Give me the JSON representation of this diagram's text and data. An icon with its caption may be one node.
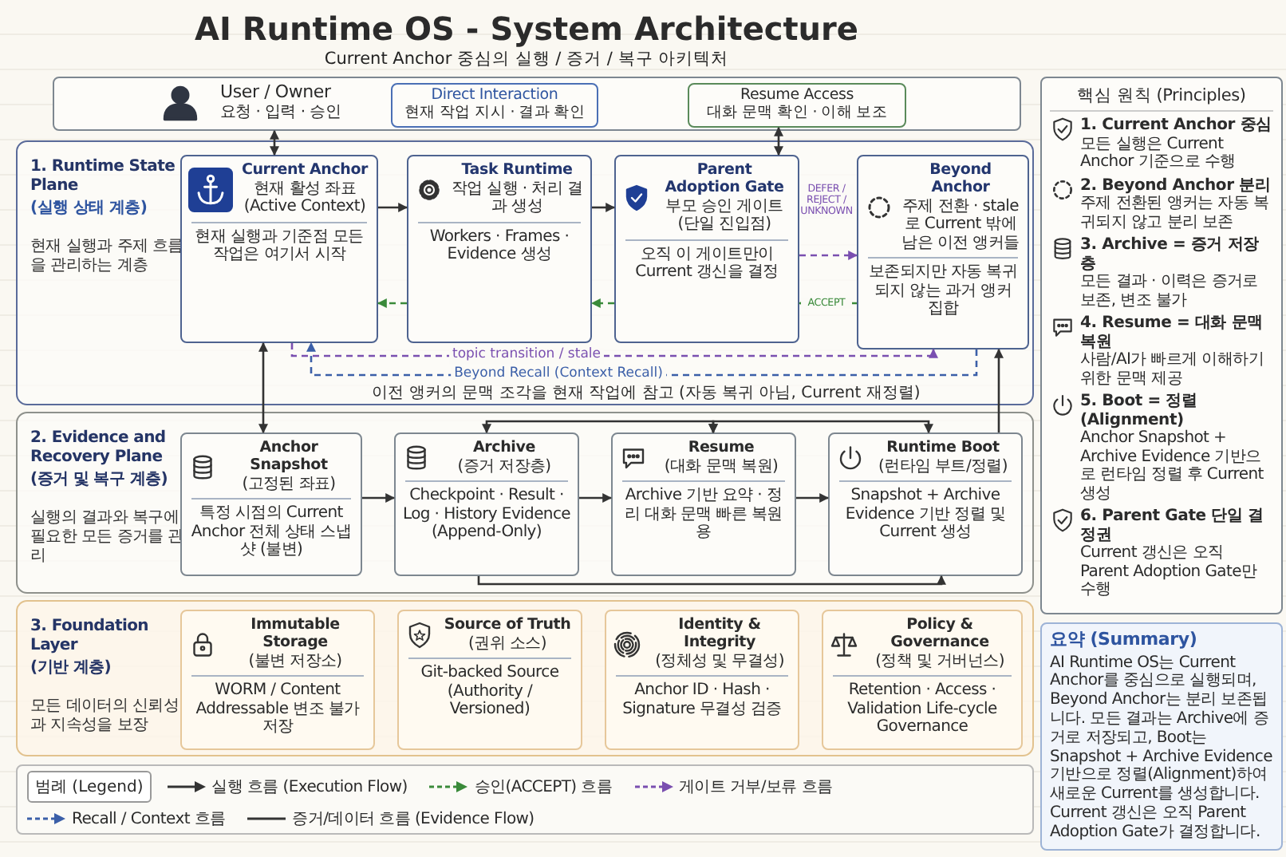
{
  "diagram": {
    "title": "AI Runtime OS - System Architecture",
    "nodes": [
      {
        "text": [
          "User / Owner",
          "요청 · 입력 · 승인"
        ]
      },
      {
        "text": [
          "Direct Interaction",
          "현재 작업 지시 · 결과 확인"
        ],
        "in": 0
      },
      {
        "text": [
          "Resume Access",
          "대화 문맥 확인 · 이해 보조"
        ],
        "in": 0
      },
      {
        "text": [
          "1. Runtime State Plane",
          "(실행 상태 계층)",
          "현재 실행과 주제 흐름을 관리하는 계층"
        ]
      },
      {
        "text": [
          "Current Anchor",
          "현재 활성 좌표 (Active Context)",
          "현재 실행과 기준점 모든 작업은 여기서 시작"
        ],
        "in": 3
      },
      {
        "text": [
          "Task Runtime",
          "작업 실행 · 처리 결과 생성",
          "Workers · Frames · Evidence 생성"
        ],
        "in": 3
      },
      {
        "text": [
          "Parent Adoption Gate",
          "부모 승인 게이트 (단일 진입점)",
          "오직 이 게이트만이 Current 갱신을 결정"
        ],
        "in": 3
      },
      {
        "text": [
          "Beyond Anchor",
          "주제 전환 · stale로 Current 밖에 남은 이전 앵커들",
          "보존되지만 자동 복귀되지 않는 과거 앵커 집합"
        ],
        "in": 3
      },
      {
        "text": [
          "2. Evidence and Recovery Plane",
          "(증거 및 복구 계층)",
          "실행의 결과와 복구에 필요한 모든 증거를 관리"
        ]
      },
      {
        "text": [
          "Anchor Snapshot",
          "(고정된 좌표)",
          "특정 시점의 Current Anchor 전체 상태 스냅샷 (불변)"
        ],
        "in": 8
      },
      {
        "text": [
          "Archive",
          "(증거 저장층)",
          "Checkpoint · Result · Log · History Evidence (Append-Only)"
        ],
        "in": 8
      },
      {
        "text": [
          "Resume",
          "(대화 문맥 복원)",
          "Archive 기반 요약 · 정리 대화 문맥 빠른 복원용"
        ],
        "in": 8
      },
      {
        "text": [
          "Runtime Boot",
          "(런타임 부트/정렬)",
          "Snapshot + Archive Evidence 기반 정렬 및 Current 생성"
        ],
        "in": 8
      },
      {
        "text": [
          "3. Foundation Layer",
          "(기반 계층)",
          "모든 데이터의 신뢰성과 지속성을 보장"
        ]
      },
      {
        "text": [
          "Immutable Storage",
          "(불변 저장소)",
          "WORM / Content Addressable 변조 불가 저장"
        ],
        "in": 13
      },
      {
        "text": [
          "Source of Truth",
          "(권위 소스)",
          "Git-backed Source (Authority / Versioned)"
        ],
        "in": 13
      },
      {
        "text": [
          "Identity & Integrity",
          "(정체성 및 무결성)",
          "Anchor ID · Hash · Signature 무결성 검증"
        ],
        "in": 13
      },
      {
        "text": [
          "Policy & Governance",
          "(정책 및 거버넌스)",
          "Retention · Access · Validation Life-cycle Governance"
        ],
        "in": 13
      },
      {
        "text": [
          "핵심 원칙 (Principles)",
          "1. Current Anchor 중심",
          "모든 실행은 Current Anchor 기준으로 수행",
          "2. Beyond Anchor 분리",
          "주제 전환된 앵커는 자동 복귀되지 않고 분리 보존",
          "3. Archive = 증거 저장층",
          "모든 결과 · 이력은 증거로 보존, 변조 불가",
          "4. Resume = 대화 문맥 복원",
          "사람/AI가 빠르게 이해하기 위한 문맥 제공",
          "5. Boot = 정렬(Alignment)",
          "Anchor Snapshot + Archive Evidence 기반으로 런타임 정렬 후 Current 생성",
          "6. Parent Gate 단일 결정권",
          "Current 갱신은 오직 Parent Adoption Gate만 수행"
        ]
      },
      {
        "text": [
          "요약 (Summary)",
          "AI Runtime OS는 Current Anchor를 중심으로 실행되며, Beyond Anchor는 분리 보존됩니다. 모든 결과는 Archive에 증거로 저장되고, Boot는 Snapshot + Archive Evidence 기반으로 정렬(Alignment)하여 새로운 Current를 생성합니다. Current 갱신은 오직 Parent Adoption Gate가 결정합니다."
        ]
      }
    ],
    "edges": [
      {
        "from": 0,
        "to": 4,
        "arrow": "both"
      },
      {
        "from": 2,
        "to": 6,
        "arrow": "both"
      },
      {
        "from": 4,
        "to": 5,
        "arrow": "to"
      },
      {
        "from": 5,
        "to": 6,
        "arrow": "to"
      },
      {
        "from": 6,
        "to": 7,
        "arrow": "to",
        "label": "DEFER / REJECT / UNKNOWN",
        "style": "dashed",
        "color": "#7a4fb0"
      },
      {
        "from": 7,
        "to": 6,
        "arrow": "to",
        "label": "ACCEPT",
        "style": "dashed",
        "color": "#3a8a3a"
      },
      {
        "from": 6,
        "to": 5,
        "arrow": "to",
        "style": "dashed",
        "color": "#3a8a3a"
      },
      {
        "from": 5,
        "to": 4,
        "arrow": "to",
        "style": "dashed",
        "color": "#3a8a3a"
      },
      {
        "from": 4,
        "to": 7,
        "arrow": "to",
        "label": "topic transition / stale",
        "style": "dashed",
        "color": "#7a4fb0"
      },
      {
        "from": 7,
        "to": 4,
        "arrow": "to",
        "label": "Beyond Recall (Context Recall)",
        "style": "dashed",
        "color": "#3b5fa8"
      },
      {
        "from": 4,
        "to": 9,
        "arrow": "both"
      },
      {
        "from": 9,
        "to": 10,
        "arrow": "to"
      },
      {
        "from": 10,
        "to": 11,
        "arrow": "to"
      },
      {
        "from": 11,
        "to": 12,
        "arrow": "to"
      },
      {
        "from": 10,
        "to": 11,
        "arrow": "both"
      },
      {
        "from": 11,
        "to": 12,
        "arrow": "both"
      },
      {
        "from": 12,
        "to": 7,
        "arrow": "to"
      },
      {
        "from": 10,
        "to": 12,
        "arrow": "to"
      }
    ],
    "labels": [
      "Current Anchor 중심의 실행 / 증거 / 복구 아키텍처",
      "이전 앵커의 문맥 조각을 현재 작업에 참고 (자동 복귀 아님, Current 재정렬)",
      "범례 (Legend)"
    ],
    "legend": [
      {
        "text": "실행 흐름 (Execution Flow)"
      },
      {
        "text": "승인(ACCEPT) 흐름"
      },
      {
        "text": "게이트 거부/보류 흐름"
      },
      {
        "text": "Recall / Context 흐름"
      },
      {
        "text": "증거/데이터 흐름 (Evidence Flow)"
      }
    ]
  }
}
